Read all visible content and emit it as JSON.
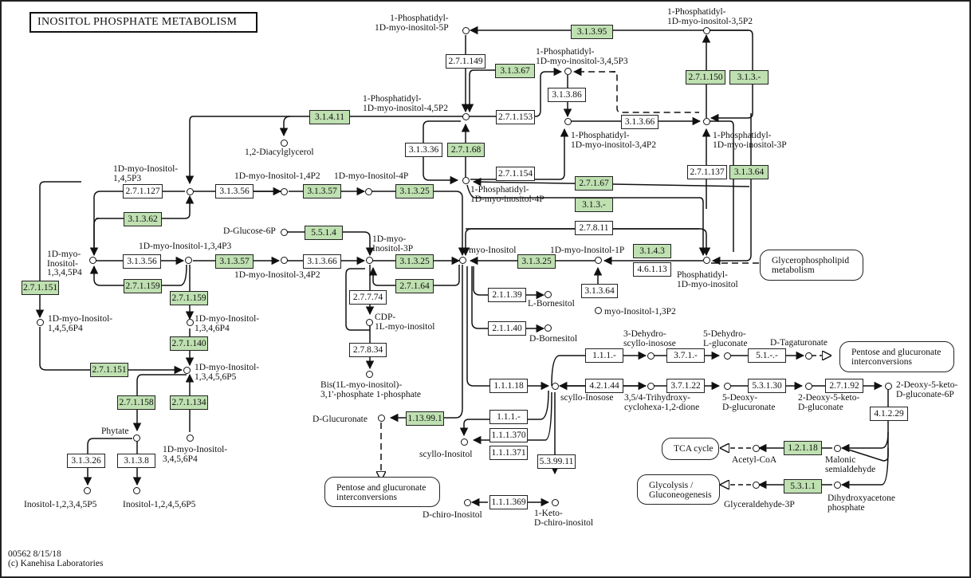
{
  "title": "INOSITOL PHOSPHATE METABOLISM",
  "footer": {
    "id_date": "00562 8/15/18",
    "copyright": "(c) Kanehisa Laboratories"
  },
  "colors": {
    "enzyme_found": "#bfe0b1",
    "enzyme_other": "#ffffff",
    "line": "#111111"
  },
  "enzymes": [
    {
      "id": "e1",
      "label": "3.1.3.95",
      "found": true
    },
    {
      "id": "e2",
      "label": "2.7.1.149",
      "found": false
    },
    {
      "id": "e3",
      "label": "3.1.3.67",
      "found": true
    },
    {
      "id": "e4",
      "label": "2.7.1.150",
      "found": true
    },
    {
      "id": "e5",
      "label": "3.1.3.-",
      "found": true
    },
    {
      "id": "e6",
      "label": "3.1.3.86",
      "found": false
    },
    {
      "id": "e7",
      "label": "3.1.4.11",
      "found": true
    },
    {
      "id": "e8",
      "label": "2.7.1.153",
      "found": false
    },
    {
      "id": "e9",
      "label": "3.1.3.66",
      "found": false
    },
    {
      "id": "e10",
      "label": "3.1.3.36",
      "found": false
    },
    {
      "id": "e11",
      "label": "2.7.1.68",
      "found": true
    },
    {
      "id": "e12",
      "label": "2.7.1.137",
      "found": false
    },
    {
      "id": "e13",
      "label": "3.1.3.64",
      "found": true
    },
    {
      "id": "e14",
      "label": "2.7.1.154",
      "found": false
    },
    {
      "id": "e15",
      "label": "2.7.1.127",
      "found": false
    },
    {
      "id": "e16",
      "label": "3.1.3.56",
      "found": false
    },
    {
      "id": "e17",
      "label": "3.1.3.57",
      "found": true
    },
    {
      "id": "e18",
      "label": "3.1.3.25",
      "found": true
    },
    {
      "id": "e19",
      "label": "2.7.1.67",
      "found": true
    },
    {
      "id": "e20",
      "label": "3.1.3.62",
      "found": true
    },
    {
      "id": "e21",
      "label": "3.1.3.-",
      "found": true
    },
    {
      "id": "e22",
      "label": "2.7.8.11",
      "found": false
    },
    {
      "id": "e23",
      "label": "5.5.1.4",
      "found": true
    },
    {
      "id": "e24",
      "label": "3.1.4.3",
      "found": true
    },
    {
      "id": "e25",
      "label": "4.6.1.13",
      "found": false
    },
    {
      "id": "e26",
      "label": "3.1.3.56",
      "found": false
    },
    {
      "id": "e27",
      "label": "3.1.3.57",
      "found": true
    },
    {
      "id": "e28",
      "label": "3.1.3.66",
      "found": false
    },
    {
      "id": "e29",
      "label": "3.1.3.25",
      "found": true
    },
    {
      "id": "e30",
      "label": "3.1.3.25",
      "found": true
    },
    {
      "id": "e31",
      "label": "2.7.1.151",
      "found": true
    },
    {
      "id": "e32",
      "label": "2.7.1.159",
      "found": true
    },
    {
      "id": "e33",
      "label": "2.7.1.64",
      "found": true
    },
    {
      "id": "e34",
      "label": "2.1.1.39",
      "found": false
    },
    {
      "id": "e35",
      "label": "3.1.3.64",
      "found": false
    },
    {
      "id": "e36",
      "label": "2.7.1.159",
      "found": true
    },
    {
      "id": "e37",
      "label": "2.7.7.74",
      "found": false
    },
    {
      "id": "e38",
      "label": "2.1.1.40",
      "found": false
    },
    {
      "id": "e39",
      "label": "2.7.1.140",
      "found": true
    },
    {
      "id": "e40",
      "label": "2.7.8.34",
      "found": false
    },
    {
      "id": "e41",
      "label": "1.1.1.-",
      "found": false
    },
    {
      "id": "e42",
      "label": "3.7.1.-",
      "found": false
    },
    {
      "id": "e43",
      "label": "5.1.-.-",
      "found": false
    },
    {
      "id": "e44",
      "label": "2.7.1.151",
      "found": true
    },
    {
      "id": "e45",
      "label": "1.1.1.18",
      "found": false
    },
    {
      "id": "e46",
      "label": "4.2.1.44",
      "found": false
    },
    {
      "id": "e47",
      "label": "3.7.1.22",
      "found": false
    },
    {
      "id": "e48",
      "label": "5.3.1.30",
      "found": false
    },
    {
      "id": "e49",
      "label": "2.7.1.92",
      "found": false
    },
    {
      "id": "e50",
      "label": "2.7.1.158",
      "found": true
    },
    {
      "id": "e51",
      "label": "2.7.1.134",
      "found": true
    },
    {
      "id": "e52",
      "label": "1.13.99.1",
      "found": true
    },
    {
      "id": "e53",
      "label": "1.1.1.-",
      "found": false
    },
    {
      "id": "e54",
      "label": "4.1.2.29",
      "found": false
    },
    {
      "id": "e55",
      "label": "1.1.1.370",
      "found": false
    },
    {
      "id": "e56",
      "label": "1.1.1.371",
      "found": false
    },
    {
      "id": "e57",
      "label": "5.3.99.11",
      "found": false
    },
    {
      "id": "e58",
      "label": "1.2.1.18",
      "found": true
    },
    {
      "id": "e59",
      "label": "3.1.3.26",
      "found": false
    },
    {
      "id": "e60",
      "label": "3.1.3.8",
      "found": false
    },
    {
      "id": "e61",
      "label": "5.3.1.1",
      "found": true
    },
    {
      "id": "e62",
      "label": "1.1.1.369",
      "found": false
    }
  ],
  "compounds": [
    {
      "id": "c1",
      "label": "1-Phosphatidyl-\n1D-myo-inositol-5P"
    },
    {
      "id": "c2",
      "label": "1-Phosphatidyl-\n1D-myo-inositol-3,5P2"
    },
    {
      "id": "c3",
      "label": "1-Phosphatidyl-\n1D-myo-inositol-3,4,5P3"
    },
    {
      "id": "c4",
      "label": "1-Phosphatidyl-\n1D-myo-inositol-4,5P2"
    },
    {
      "id": "c5",
      "label": "1-Phosphatidyl-\n1D-myo-inositol-3,4P2"
    },
    {
      "id": "c6",
      "label": "1-Phosphatidyl-\n1D-myo-inositol-3P"
    },
    {
      "id": "c7",
      "label": "1,2-Diacylglycerol"
    },
    {
      "id": "c8",
      "label": "1D-myo-Inositol-\n1,4,5P3"
    },
    {
      "id": "c9",
      "label": "1D-myo-Inositol-1,4P2"
    },
    {
      "id": "c10",
      "label": "1D-myo-Inositol-4P"
    },
    {
      "id": "c11",
      "label": "1-Phosphatidyl-\n1D-myo-inositol-4P"
    },
    {
      "id": "c12",
      "label": "D-Glucose-6P"
    },
    {
      "id": "c13",
      "label": "1D-myo-\nInositol-3P"
    },
    {
      "id": "c14",
      "label": "myo-Inositol"
    },
    {
      "id": "c15",
      "label": "1D-myo-Inositol-1P"
    },
    {
      "id": "c16",
      "label": "Phosphatidyl-\n1D-myo-inositol"
    },
    {
      "id": "c17",
      "label": "1D-myo-\nInositol-\n1,3,4,5P4"
    },
    {
      "id": "c18",
      "label": "1D-myo-Inositol-1,3,4P3"
    },
    {
      "id": "c19",
      "label": "1D-myo-Inositol-3,4P2"
    },
    {
      "id": "c20",
      "label": "L-Bornesitol"
    },
    {
      "id": "c21",
      "label": "myo-Inositol-1,3P2"
    },
    {
      "id": "c22",
      "label": "1D-myo-Inositol-\n1,4,5,6P4"
    },
    {
      "id": "c23",
      "label": "1D-myo-Inositol-\n1,3,4,6P4"
    },
    {
      "id": "c24",
      "label": "CDP-\n1L-myo-inositol"
    },
    {
      "id": "c25",
      "label": "D-Bornesitol"
    },
    {
      "id": "c26",
      "label": "3-Dehydro-\nscyllo-inosose"
    },
    {
      "id": "c27",
      "label": "5-Dehydro-\nL-gluconate"
    },
    {
      "id": "c28",
      "label": "D-Tagaturonate"
    },
    {
      "id": "c29",
      "label": "1D-myo-Inositol-\n1,3,4,5,6P5"
    },
    {
      "id": "c30",
      "label": "Bis(1L-myo-inositol)-\n3,1'-phosphate 1-phosphate"
    },
    {
      "id": "c31",
      "label": "scyllo-Inosose"
    },
    {
      "id": "c32",
      "label": "3,5/4-Trihydroxy-\ncyclohexa-1,2-dione"
    },
    {
      "id": "c33",
      "label": "5-Deoxy-\nD-glucuronate"
    },
    {
      "id": "c34",
      "label": "2-Deoxy-5-keto-\nD-gluconate"
    },
    {
      "id": "c35",
      "label": "2-Deoxy-5-keto-\nD-gluconate-6P"
    },
    {
      "id": "c36",
      "label": "D-Glucuronate"
    },
    {
      "id": "c37",
      "label": "Phytate"
    },
    {
      "id": "c38",
      "label": "1D-myo-Inositol-\n3,4,5,6P4"
    },
    {
      "id": "c39",
      "label": "scyllo-Inositol"
    },
    {
      "id": "c40",
      "label": "Acetyl-CoA"
    },
    {
      "id": "c41",
      "label": "Malonic\nsemialdehyde"
    },
    {
      "id": "c42",
      "label": "Glyceraldehyde-3P"
    },
    {
      "id": "c43",
      "label": "Dihydroxyacetone\nphosphate"
    },
    {
      "id": "c44",
      "label": "D-chiro-Inositol"
    },
    {
      "id": "c45",
      "label": "1-Keto-\nD-chiro-inositol"
    },
    {
      "id": "c46",
      "label": "Inositol-1,2,3,4,5P5"
    },
    {
      "id": "c47",
      "label": "Inositol-1,2,4,5,6P5"
    }
  ],
  "maps": [
    {
      "id": "m1",
      "label": "Glycerophospholipid\nmetabolism"
    },
    {
      "id": "m2",
      "label": "Pentose and glucuronate\ninterconversions"
    },
    {
      "id": "m3",
      "label": "Pentose and glucuronate\ninterconversions"
    },
    {
      "id": "m4",
      "label": "TCA cycle"
    },
    {
      "id": "m5",
      "label": "Glycolysis /\nGluconeogenesis"
    }
  ]
}
